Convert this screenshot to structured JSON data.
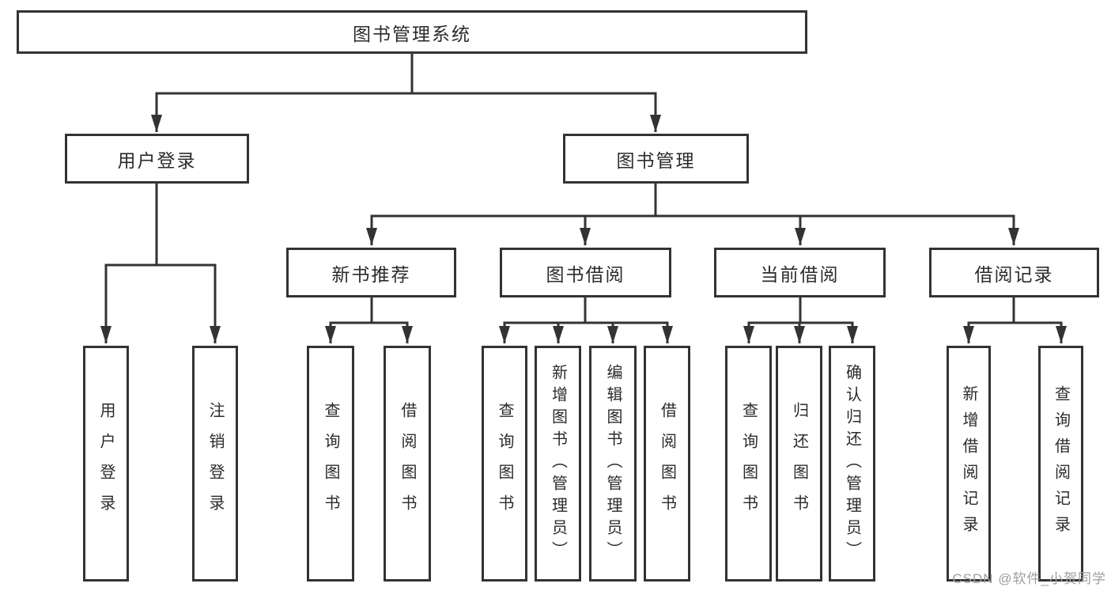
{
  "colors": {
    "line": "#333333",
    "box_border": "#333333",
    "text": "#2b2b2b",
    "watermark": "#9e9e9e",
    "background": "#ffffff"
  },
  "tree": {
    "root": {
      "label": "图书管理系统",
      "children": [
        {
          "label": "用户登录",
          "children": [
            {
              "label": "用户登录"
            },
            {
              "label": "注销登录"
            }
          ]
        },
        {
          "label": "图书管理",
          "children": [
            {
              "label": "新书推荐",
              "children": [
                {
                  "label": "查询图书"
                },
                {
                  "label": "借阅图书"
                }
              ]
            },
            {
              "label": "图书借阅",
              "children": [
                {
                  "label": "查询图书"
                },
                {
                  "label": "新增图书（管理员）"
                },
                {
                  "label": "编辑图书（管理员）"
                },
                {
                  "label": "借阅图书"
                }
              ]
            },
            {
              "label": "当前借阅",
              "children": [
                {
                  "label": "查询图书"
                },
                {
                  "label": "归还图书"
                },
                {
                  "label": "确认归还（管理员）"
                }
              ]
            },
            {
              "label": "借阅记录",
              "children": [
                {
                  "label": "新增借阅记录"
                },
                {
                  "label": "查询借阅记录"
                }
              ]
            }
          ]
        }
      ]
    }
  },
  "watermark": {
    "text": "CSDN @软件_小贺同学"
  }
}
